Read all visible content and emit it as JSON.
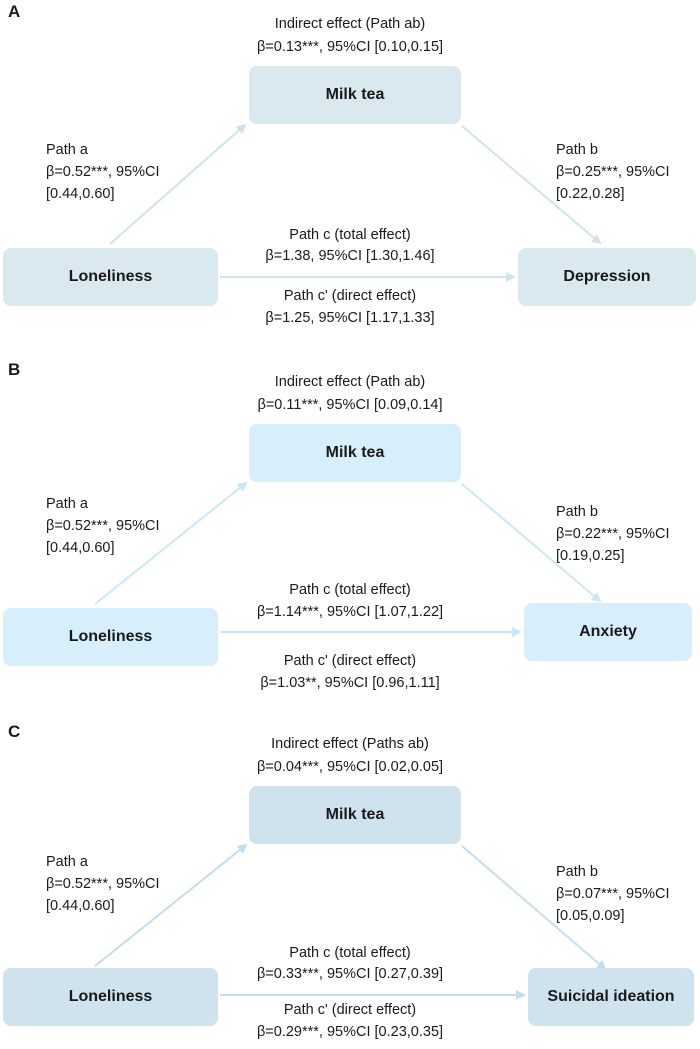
{
  "panels": [
    {
      "letter": "A",
      "box_color": "#d9e9ef",
      "arrow_color": "#cfe3ea",
      "indirect_label": "Indirect effect (Path ab)",
      "indirect_stats": "β=0.13***, 95%CI [0.10,0.15]",
      "mediator": "Milk tea",
      "predictor": "Loneliness",
      "outcome": "Depression",
      "path_a": {
        "label": "Path a",
        "stats": "β=0.52***, 95%CI",
        "ci": "[0.44,0.60]"
      },
      "path_b": {
        "label": "Path b",
        "stats": "β=0.25***, 95%CI",
        "ci": "[0.22,0.28]"
      },
      "path_c": {
        "label": "Path c (total effect)",
        "stats": "β=1.38, 95%CI [1.30,1.46]"
      },
      "path_c_prime": {
        "label": "Path c' (direct effect)",
        "stats": "β=1.25, 95%CI [1.17,1.33]"
      }
    },
    {
      "letter": "B",
      "box_color": "#d6effa",
      "arrow_color": "#c9e8f6",
      "indirect_label": "Indirect effect (Path ab)",
      "indirect_stats": "β=0.11***, 95%CI [0.09,0.14]",
      "mediator": "Milk tea",
      "predictor": "Loneliness",
      "outcome": "Anxiety",
      "path_a": {
        "label": "Path a",
        "stats": "β=0.52***, 95%CI",
        "ci": "[0.44,0.60]"
      },
      "path_b": {
        "label": "Path b",
        "stats": "β=0.22***, 95%CI",
        "ci": "[0.19,0.25]"
      },
      "path_c": {
        "label": "Path c (total effect)",
        "stats": "β=1.14***, 95%CI [1.07,1.22]"
      },
      "path_c_prime": {
        "label": "Path c' (direct effect)",
        "stats": "β=1.03**, 95%CI [0.96,1.11]"
      }
    },
    {
      "letter": "C",
      "box_color": "#cfe3ef",
      "arrow_color": "#c4ddec",
      "indirect_label": "Indirect effect (Paths ab)",
      "indirect_stats": "β=0.04***, 95%CI [0.02,0.05]",
      "mediator": "Milk tea",
      "predictor": "Loneliness",
      "outcome": "Suicidal ideation",
      "path_a": {
        "label": "Path a",
        "stats": "β=0.52***, 95%CI",
        "ci": "[0.44,0.60]"
      },
      "path_b": {
        "label": "Path b",
        "stats": "β=0.07***, 95%CI",
        "ci": "[0.05,0.09]"
      },
      "path_c": {
        "label": "Path c (total effect)",
        "stats": "β=0.33***, 95%CI [0.27,0.39]"
      },
      "path_c_prime": {
        "label": "Path c' (direct effect)",
        "stats": "β=0.29***, 95%CI [0.23,0.35]"
      }
    }
  ]
}
